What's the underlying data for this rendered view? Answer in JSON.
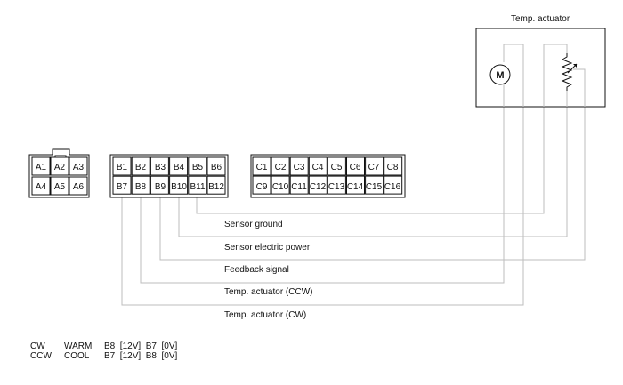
{
  "actuator": {
    "title": "Temp. actuator",
    "motor_symbol": "M"
  },
  "connector_a": {
    "pins": [
      [
        "A1",
        "A2",
        "A3"
      ],
      [
        "A4",
        "A5",
        "A6"
      ]
    ]
  },
  "connector_b": {
    "pins": [
      [
        "B1",
        "B2",
        "B3",
        "B4",
        "B5",
        "B6"
      ],
      [
        "B7",
        "B8",
        "B9",
        "B10",
        "B11",
        "B12"
      ]
    ]
  },
  "connector_c": {
    "pins": [
      [
        "C1",
        "C2",
        "C3",
        "C4",
        "C5",
        "C6",
        "C7",
        "C8"
      ],
      [
        "C9",
        "C10",
        "C11",
        "C12",
        "C13",
        "C14",
        "C15",
        "C16"
      ]
    ]
  },
  "wires": [
    {
      "label": "Sensor ground"
    },
    {
      "label": "Sensor electric power"
    },
    {
      "label": "Feedback signal"
    },
    {
      "label": "Temp. actuator (CCW)"
    },
    {
      "label": "Temp. actuator (CW)"
    }
  ],
  "legend": [
    {
      "dir": "CW",
      "mode": "WARM",
      "text": "B8  [12V], B7  [0V]"
    },
    {
      "dir": "CCW",
      "mode": "COOL",
      "text": "B7  [12V], B8  [0V]"
    }
  ]
}
